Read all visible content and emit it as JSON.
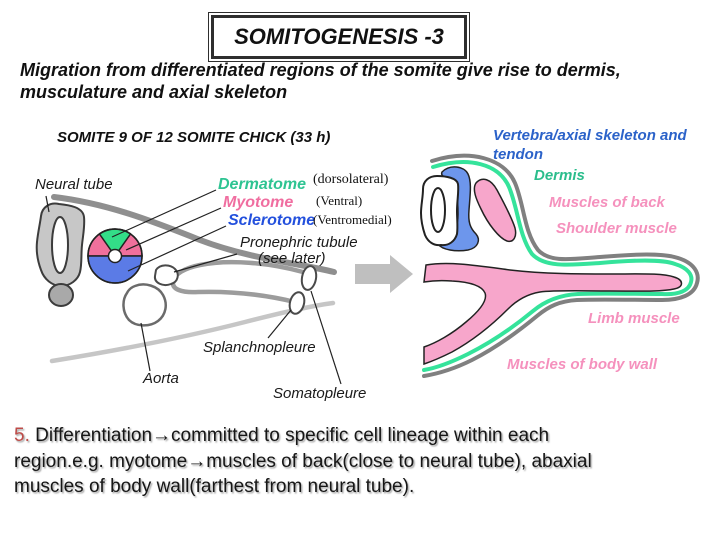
{
  "title": "SOMITOGENESIS -3",
  "subtitle": {
    "lines": [
      "Migration from differentiated regions of the somite give rise to dermis,",
      "musculature and axial skeleton"
    ]
  },
  "left_diagram": {
    "heading": "SOMITE 9 OF 12 SOMITE CHICK (33 h)",
    "labels": {
      "neural_tube": "Neural tube",
      "dermatome": "Dermatome",
      "dermatome_note": "(dorsolateral)",
      "myotome": "Myotome",
      "myotome_note": "(Ventral)",
      "sclerotome": "Sclerotome",
      "sclerotome_note": "(Ventromedial)",
      "pronephric_line1": "Pronephric tubule",
      "pronephric_line2": "(see later)",
      "splanchnopleure": "Splanchnopleure",
      "aorta": "Aorta",
      "somatopleure": "Somatopleure"
    }
  },
  "right_diagram": {
    "labels": {
      "vertebra_line1": "Vertebra/axial skeleton and",
      "vertebra_line2": "tendon",
      "dermis": "Dermis",
      "muscles_of_back": "Muscles of back",
      "shoulder_muscle": "Shoulder muscle",
      "limb_muscle": "Limb muscle",
      "muscles_of_body_wall": "Muscles of body wall"
    }
  },
  "footer": {
    "number": "5.",
    "lines": [
      "Differentiation→committed to specific cell lineage within each",
      "region.e.g. myotome→muscles of back(close to neural tube), abaxial",
      "muscles of body wall(farthest from neural tube)."
    ]
  },
  "colors": {
    "dermatome_teal": "#2EC492",
    "myotome_pink": "#F06EA0",
    "sclerotome_blue": "#2350DD",
    "right_label_blue": "#2B62C9",
    "right_label_teal": "#2BBD8C",
    "right_label_pink": "#F591BD",
    "somite_wedge_green": "#33DD88",
    "somite_wedge_pink": "#F0709C",
    "somite_half_blue": "#5B7BE6",
    "dermis_line_green": "#35E39B",
    "muscle_fill_pink": "#F7A6CB",
    "vertebra_fill_blue": "#6D96EC",
    "footer_number_red": "#BE4B48",
    "gray_arrow": "#BFBFBF"
  }
}
